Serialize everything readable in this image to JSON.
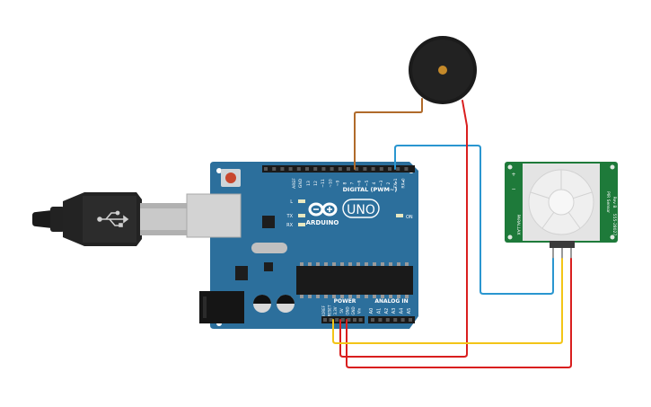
{
  "board": {
    "brand": "ARDUINO",
    "model": "UNO",
    "digital_label": "DIGITAL (PWM~)",
    "power_label": "POWER",
    "analog_label": "ANALOG IN",
    "aref": "AREF",
    "gnd_top": "GND",
    "pins_top": [
      "13",
      "12",
      "~11",
      "~10",
      "~9",
      "8",
      "7",
      "~6",
      "~5",
      "4",
      "~3",
      "2",
      "TX▸1",
      "RX◂0"
    ],
    "pins_power": [
      "IOREF",
      "RESET",
      "3.3V",
      "5V",
      "GND",
      "GND",
      "Vin"
    ],
    "pins_analog": [
      "A0",
      "A1",
      "A2",
      "A3",
      "A4",
      "A5"
    ],
    "led_l": "L",
    "led_tx": "TX",
    "led_rx": "RX",
    "on_label": "ON"
  },
  "pir": {
    "title": "PIR Sensor",
    "version": "Rev B",
    "part": "555-28027",
    "brand": "PARALLAX",
    "pin_marks": [
      "+",
      "−"
    ]
  },
  "colors": {
    "board": "#2c6f9c",
    "pir_board": "#1e7a3a",
    "wire_brown": "#b06a2a",
    "wire_blue": "#2a96d0",
    "wire_red": "#d91e1e",
    "wire_yellow": "#f3c517"
  },
  "icons": [
    "usb-cable-icon",
    "usb-trident-icon",
    "buzzer-icon",
    "pir-dome-icon",
    "power-jack-icon"
  ]
}
